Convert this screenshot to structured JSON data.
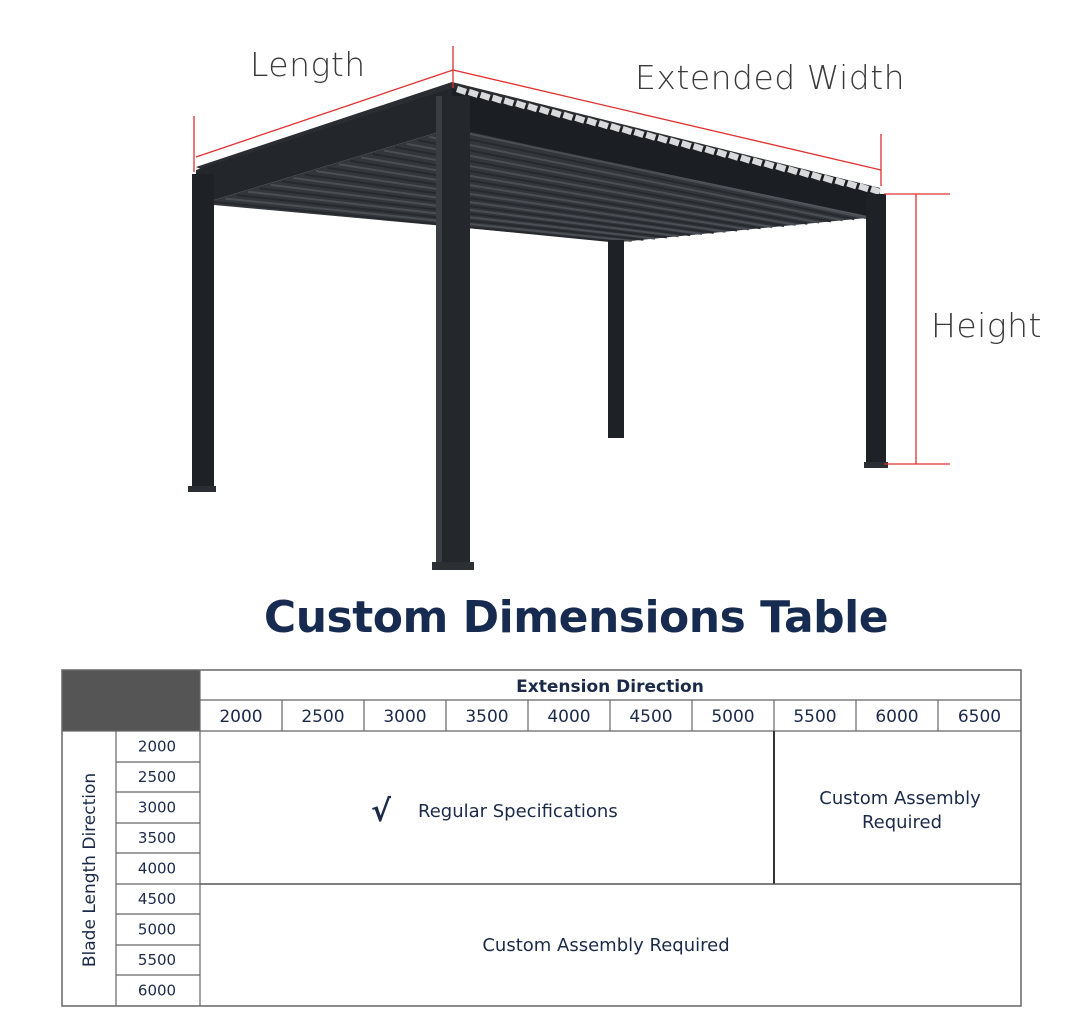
{
  "diagram": {
    "length_label": "Length",
    "width_label": "Extended Width",
    "height_label": "Height",
    "dimension_line_color": "#e03030",
    "frame_color": "#1e2125"
  },
  "title": "Custom Dimensions Table",
  "table": {
    "column_header": "Extension Direction",
    "row_header": "Blade Length Direction",
    "columns": [
      "2000",
      "2500",
      "3000",
      "3500",
      "4000",
      "4500",
      "5000",
      "5500",
      "6000",
      "6500"
    ],
    "rows": [
      "2000",
      "2500",
      "3000",
      "3500",
      "4000",
      "4500",
      "5000",
      "5500",
      "6000"
    ],
    "checkmark": "√",
    "regular_label": "Regular Specifications",
    "custom_right_label_line1": "Custom Assembly",
    "custom_right_label_line2": "Required",
    "custom_bottom_label": "Custom Assembly Required",
    "header_fill": "#555555",
    "text_color": "#1c2a4a"
  }
}
